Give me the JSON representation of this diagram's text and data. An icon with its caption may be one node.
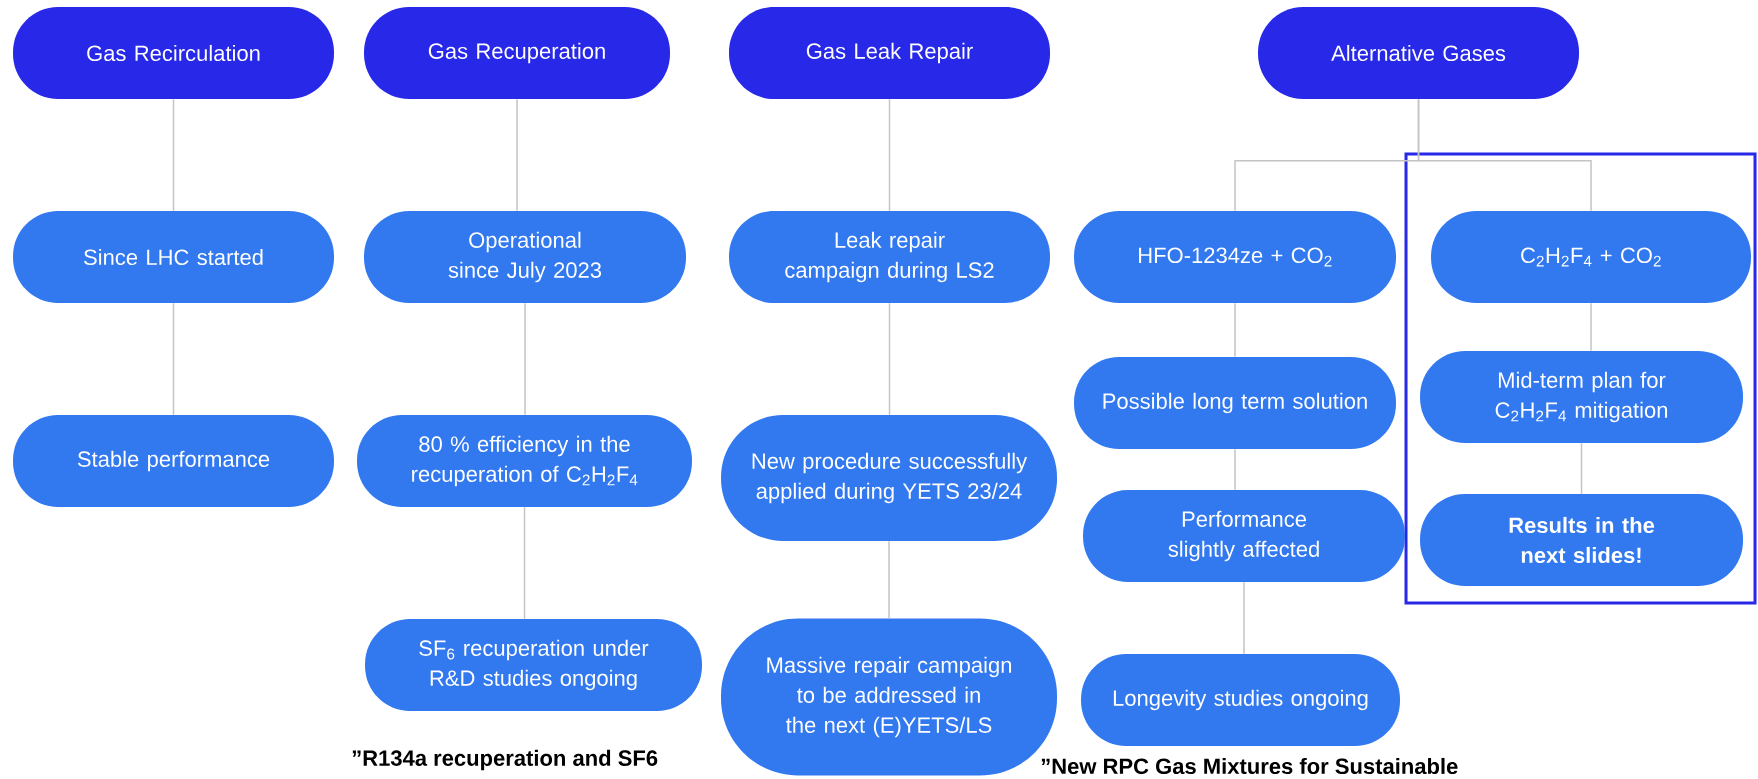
{
  "diagram": {
    "nodes": [
      {
        "text": [
          "Gas Recirculation"
        ]
      },
      {
        "text": [
          "Gas Recuperation"
        ]
      },
      {
        "text": [
          "Gas Leak Repair"
        ]
      },
      {
        "text": [
          "Alternative Gases"
        ]
      },
      {
        "text": [
          "Since LHC started"
        ]
      },
      {
        "text": [
          "Operational since July 2023"
        ]
      },
      {
        "text": [
          "Leak repair campaign during LS2"
        ]
      },
      {
        "text": [
          "HFO-1234ze + CO$_{2}$"
        ]
      },
      {
        "text": [
          "C$_{2}$H$_{2}$F$_{4}$ + CO$_{2}$"
        ]
      },
      {
        "text": [
          "Stable performance"
        ]
      },
      {
        "text": [
          "80 % efficiency in the recuperation of C$_{2}$H$_{2}$F$_{4}$"
        ]
      },
      {
        "text": [
          "New procedure successfully applied during YETS 23/24"
        ]
      },
      {
        "text": [
          "Possible long term solution"
        ]
      },
      {
        "text": [
          "Mid-term plan for C$_{2}$H$_{2}$F$_{4}$ mitigation"
        ]
      },
      {
        "text": [
          "SF$_{6}$ recuperation under R&D studies ongoing"
        ]
      },
      {
        "text": [
          "Massive repair campaign to be addressed in the next (E)YETS/LS"
        ]
      },
      {
        "text": [
          "Performance slightly affected"
        ]
      },
      {
        "text": [
          "Results in the next slides!"
        ]
      },
      {
        "text": [
          "Longevity studies ongoing"
        ]
      }
    ],
    "edges": [
      {
        "from": 0,
        "to": 4,
        "arrow": "none"
      },
      {
        "from": 4,
        "to": 9,
        "arrow": "none"
      },
      {
        "from": 1,
        "to": 5,
        "arrow": "none"
      },
      {
        "from": 5,
        "to": 10,
        "arrow": "none"
      },
      {
        "from": 10,
        "to": 14,
        "arrow": "none"
      },
      {
        "from": 2,
        "to": 6,
        "arrow": "none"
      },
      {
        "from": 6,
        "to": 11,
        "arrow": "none"
      },
      {
        "from": 11,
        "to": 15,
        "arrow": "none"
      },
      {
        "from": 3,
        "to": 7,
        "arrow": "none"
      },
      {
        "from": 3,
        "to": 8,
        "arrow": "none"
      },
      {
        "from": 7,
        "to": 12,
        "arrow": "none"
      },
      {
        "from": 12,
        "to": 16,
        "arrow": "none"
      },
      {
        "from": 16,
        "to": 18,
        "arrow": "none"
      },
      {
        "from": 8,
        "to": 13,
        "arrow": "none"
      },
      {
        "from": 13,
        "to": 17,
        "arrow": "none"
      }
    ],
    "labels": [
      "”R134a recuperation and SF6",
      "”New RPC Gas Mixtures for Sustainable"
    ]
  }
}
